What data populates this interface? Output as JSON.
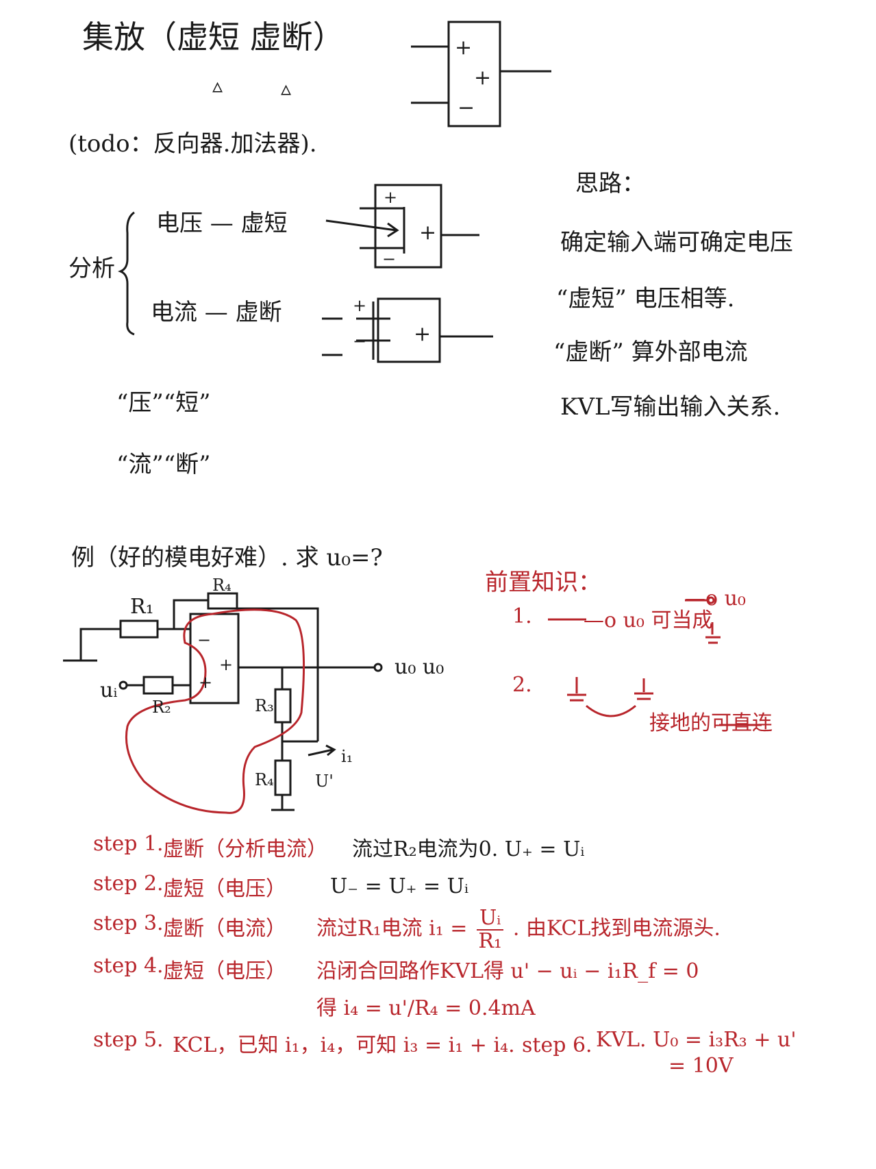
{
  "title": "集放（虚短 虚断）",
  "todo": "(todo：反向器.加法器).",
  "analysis": {
    "label": "分析",
    "voltage": "电压 — 虚短",
    "current": "电流 — 虚断",
    "mnemonic1": "“压”“短”",
    "mnemonic2": "“流”“断”"
  },
  "approach": {
    "title": "思路：",
    "lines": [
      "确定输入端可确定电压",
      "“虚短” 电压相等.",
      "“虚断” 算外部电流",
      "KVL写输出输入关系."
    ]
  },
  "example": {
    "heading": "例（好的模电好难）. 求 u₀=?"
  },
  "prerequisite": {
    "title": "前置知识：",
    "item1_num": "1.",
    "item1_text": "—o u₀ 可当成",
    "item1_right": "—o u₀",
    "item2_num": "2.",
    "item2_text": "接地的可直连"
  },
  "circuit_labels": {
    "r1": "R₁",
    "r2": "R₂",
    "r3": "R₃",
    "r4": "R₄",
    "rf": "R₄",
    "ui": "uᵢ",
    "uo": "u₀ u₀",
    "i1": "i₁",
    "u_prime": "U'",
    "plus": "+",
    "minus": "−",
    "out_plus": "+"
  },
  "steps": [
    {
      "label": "step 1.",
      "rule": "虚断（分析电流）",
      "content": "流过R₂电流为0.  U₊ = Uᵢ"
    },
    {
      "label": "step 2.",
      "rule": "虚短（电压）",
      "content": "U₋ = U₊ = Uᵢ"
    },
    {
      "label": "step 3.",
      "rule": "虚断（电流）",
      "content_a": "流过R₁电流  i₁ =",
      "frac_num": "Uᵢ",
      "frac_den": "R₁",
      "content_b": ". 由KCL找到电流源头."
    },
    {
      "label": "step 4.",
      "rule": "虚短（电压）",
      "content": "沿闭合回路作KVL得  u' − uᵢ − i₁R_f = 0",
      "content2": "得  i₄ = u'/R₄ = 0.4mA"
    },
    {
      "label": "step 5.",
      "content": "KCL，已知 i₁，i₄，可知 i₃ = i₁ + i₄."
    },
    {
      "label": "step 6.",
      "content": "KVL. U₀ = i₃R₃ + u'",
      "content2": "= 10V"
    }
  ]
}
